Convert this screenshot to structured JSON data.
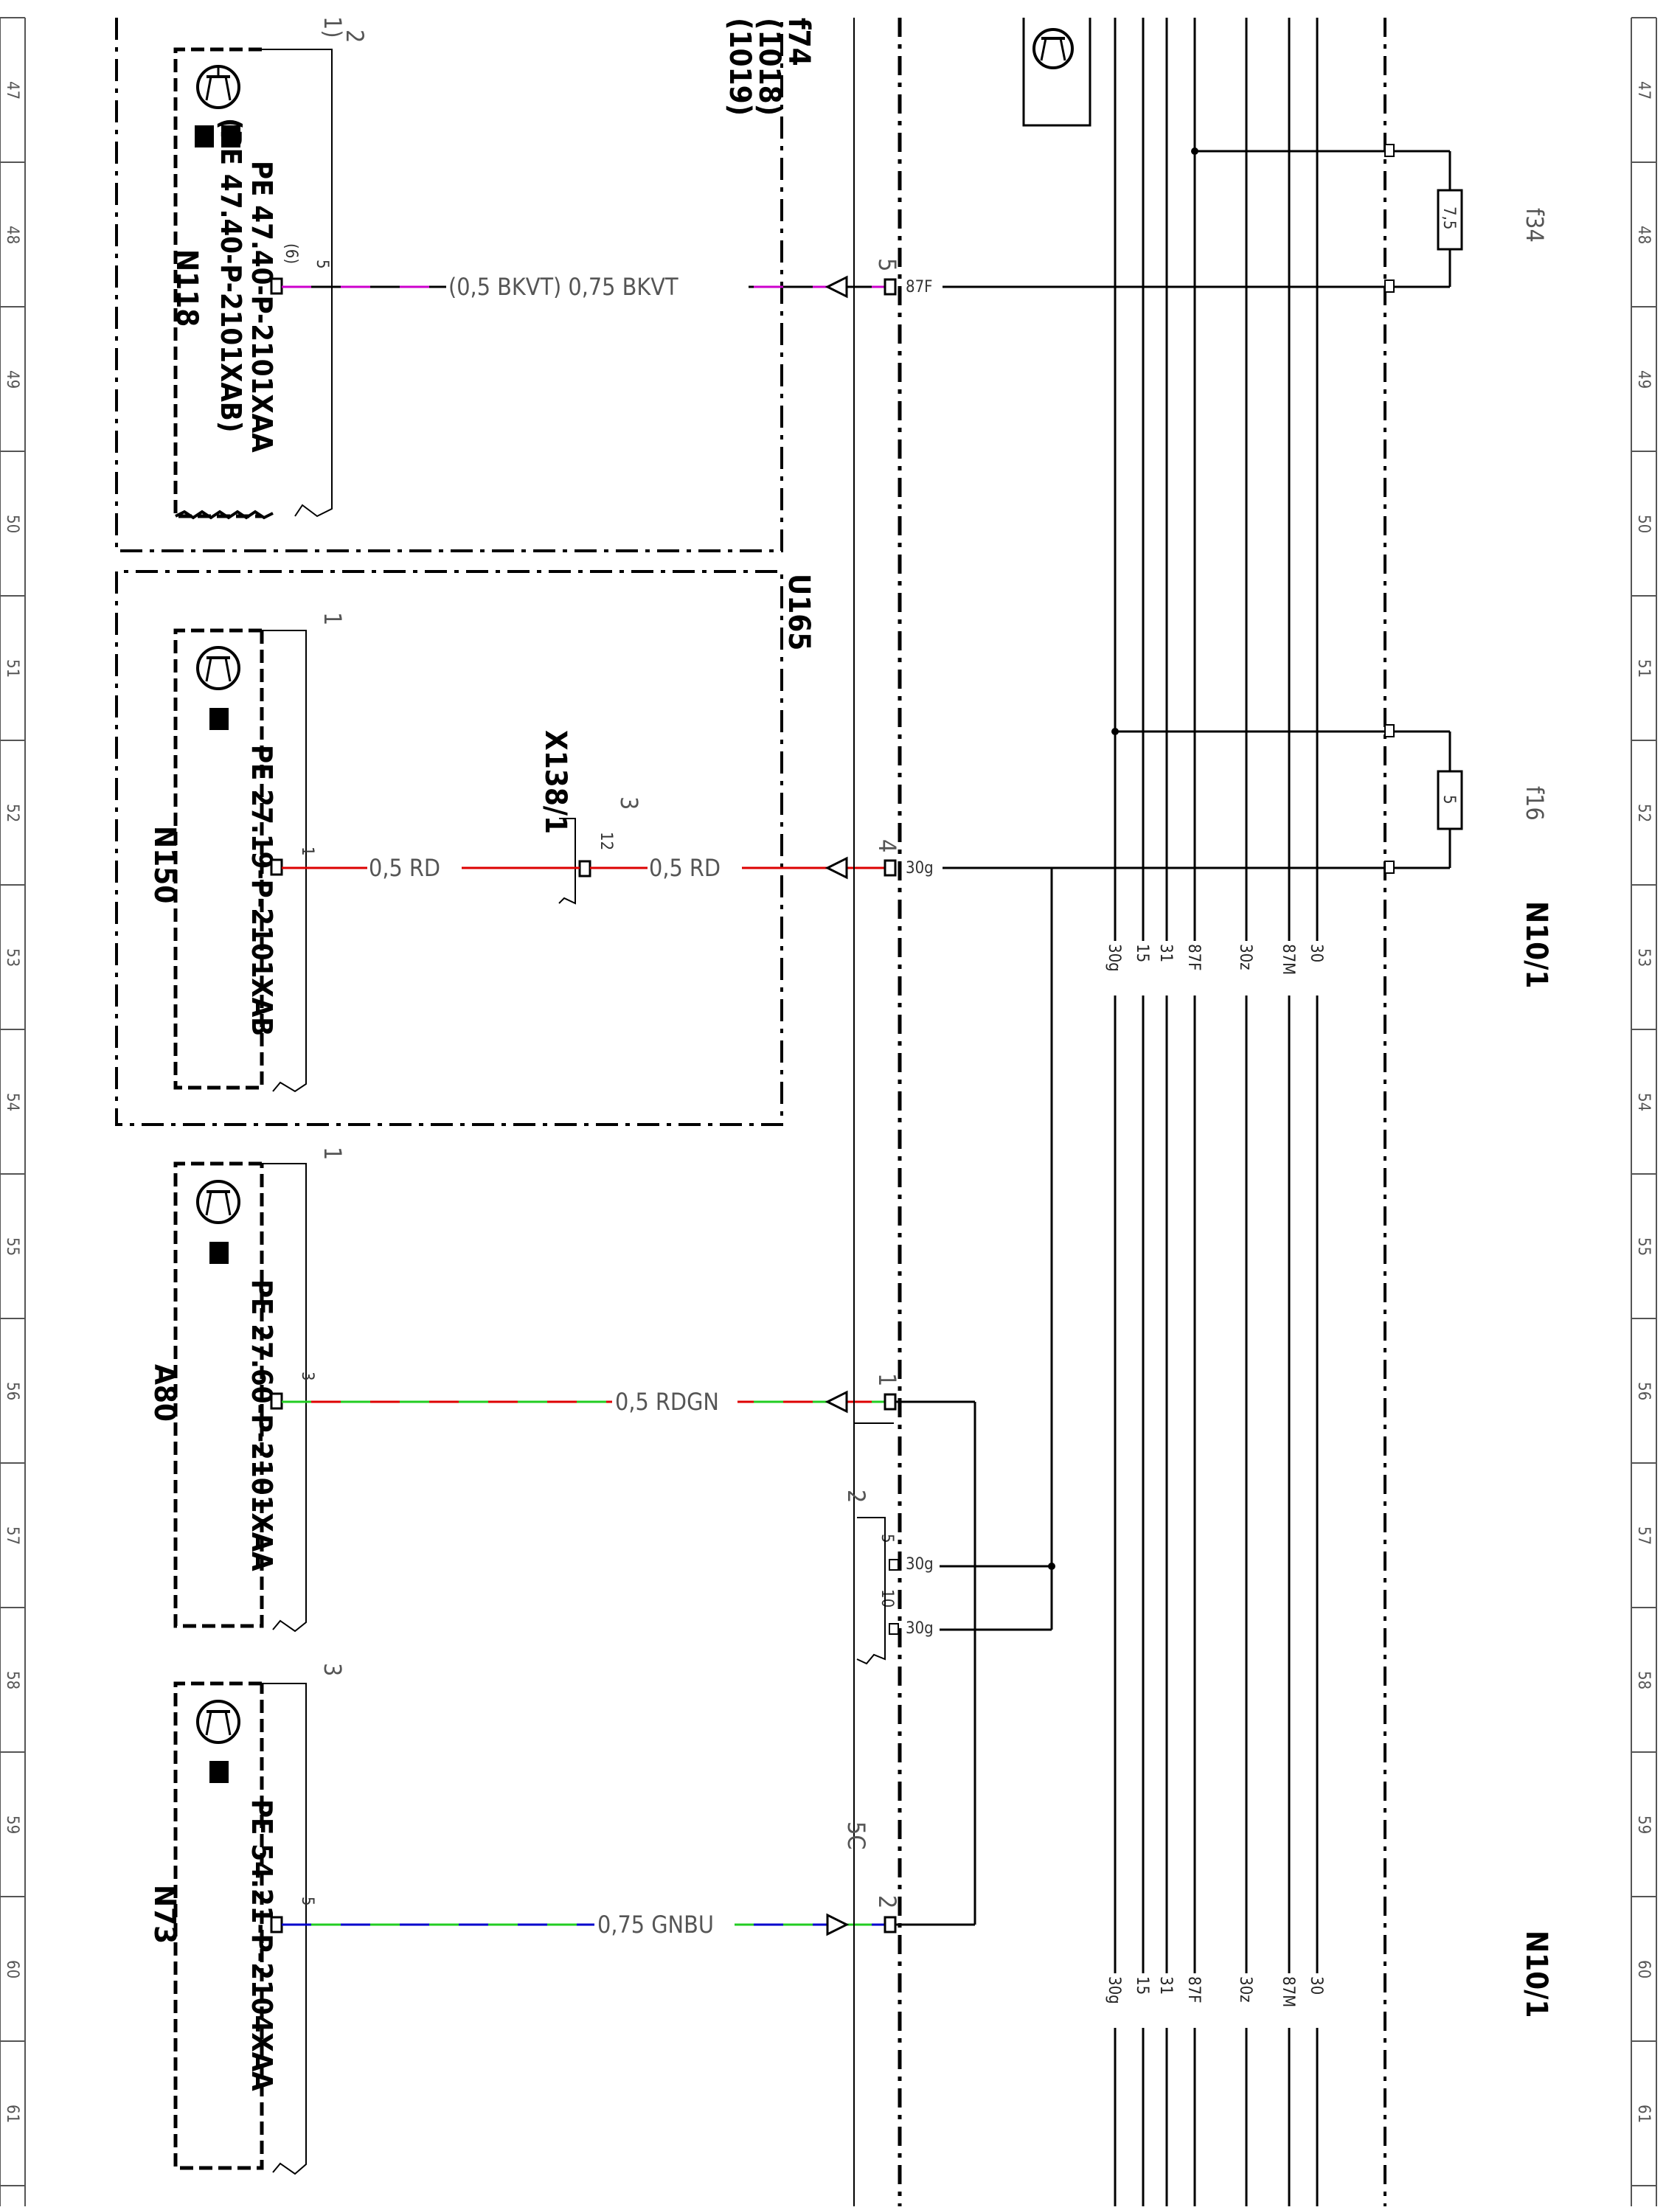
{
  "ruler_rows": [
    "47",
    "48",
    "49",
    "50",
    "51",
    "52",
    "53",
    "54",
    "55",
    "56",
    "57",
    "58",
    "59",
    "60",
    "61"
  ],
  "components": {
    "N118": {
      "name": "N118",
      "ref_line1": "PE 47.40-P-2101XAA",
      "ref_line2": "(PE 47.40-P-2101XAB)",
      "note_top": "1)",
      "pin_header": "2",
      "pin": "5",
      "pin_alt": "(6)"
    },
    "U165": {
      "name": "U165",
      "f74": "f74",
      "code1018": "(1018)",
      "code1019": "(1019)"
    },
    "N150": {
      "name": "N150",
      "ref": "PE 27.19-P-2101XAB",
      "pin_header": "1",
      "pin": "1"
    },
    "A80": {
      "name": "A80",
      "ref": "PE 27.60-P-2101XAA",
      "pin_header": "1",
      "pin": "3"
    },
    "N73": {
      "name": "N73",
      "ref": "PE 54.21-P-2104XAA",
      "pin_header": "3",
      "pin": "5"
    },
    "X138_1": {
      "name": "X138/1",
      "header": "3",
      "pin": "12"
    }
  },
  "wires": [
    {
      "label": "(0,5 BKVT) 0,75 BKVT",
      "colors": [
        "#000000",
        "#cc00cc"
      ]
    },
    {
      "label_left": "0,5 RD",
      "label_right": "0,5 RD",
      "colors": [
        "#dd0000"
      ]
    },
    {
      "label": "0,5 RDGN",
      "colors": [
        "#dd0000",
        "#22cc22"
      ]
    },
    {
      "label": "0,75 GNBU",
      "colors": [
        "#22cc22",
        "#0000cc"
      ]
    }
  ],
  "connector": {
    "pins": [
      "5",
      "4",
      "1",
      "2"
    ],
    "header_2": "2",
    "header_5c": "5C",
    "sub_pins": [
      "5",
      "10"
    ],
    "terminals": [
      "87F",
      "30g",
      "30g",
      "30g"
    ]
  },
  "fuses": [
    {
      "name": "f34",
      "rating": "7,5"
    },
    {
      "name": "f16",
      "rating": "5"
    }
  ],
  "module": {
    "name": "N10/1",
    "bus_labels": [
      "30g",
      "15",
      "31",
      "87F",
      "30z",
      "87M",
      "30"
    ]
  },
  "colors": {
    "line": "#000000",
    "ruler": "#555555",
    "bkvt": "#cc00cc",
    "rd": "#dd0000",
    "gn": "#22cc22",
    "bu": "#0000cc"
  }
}
